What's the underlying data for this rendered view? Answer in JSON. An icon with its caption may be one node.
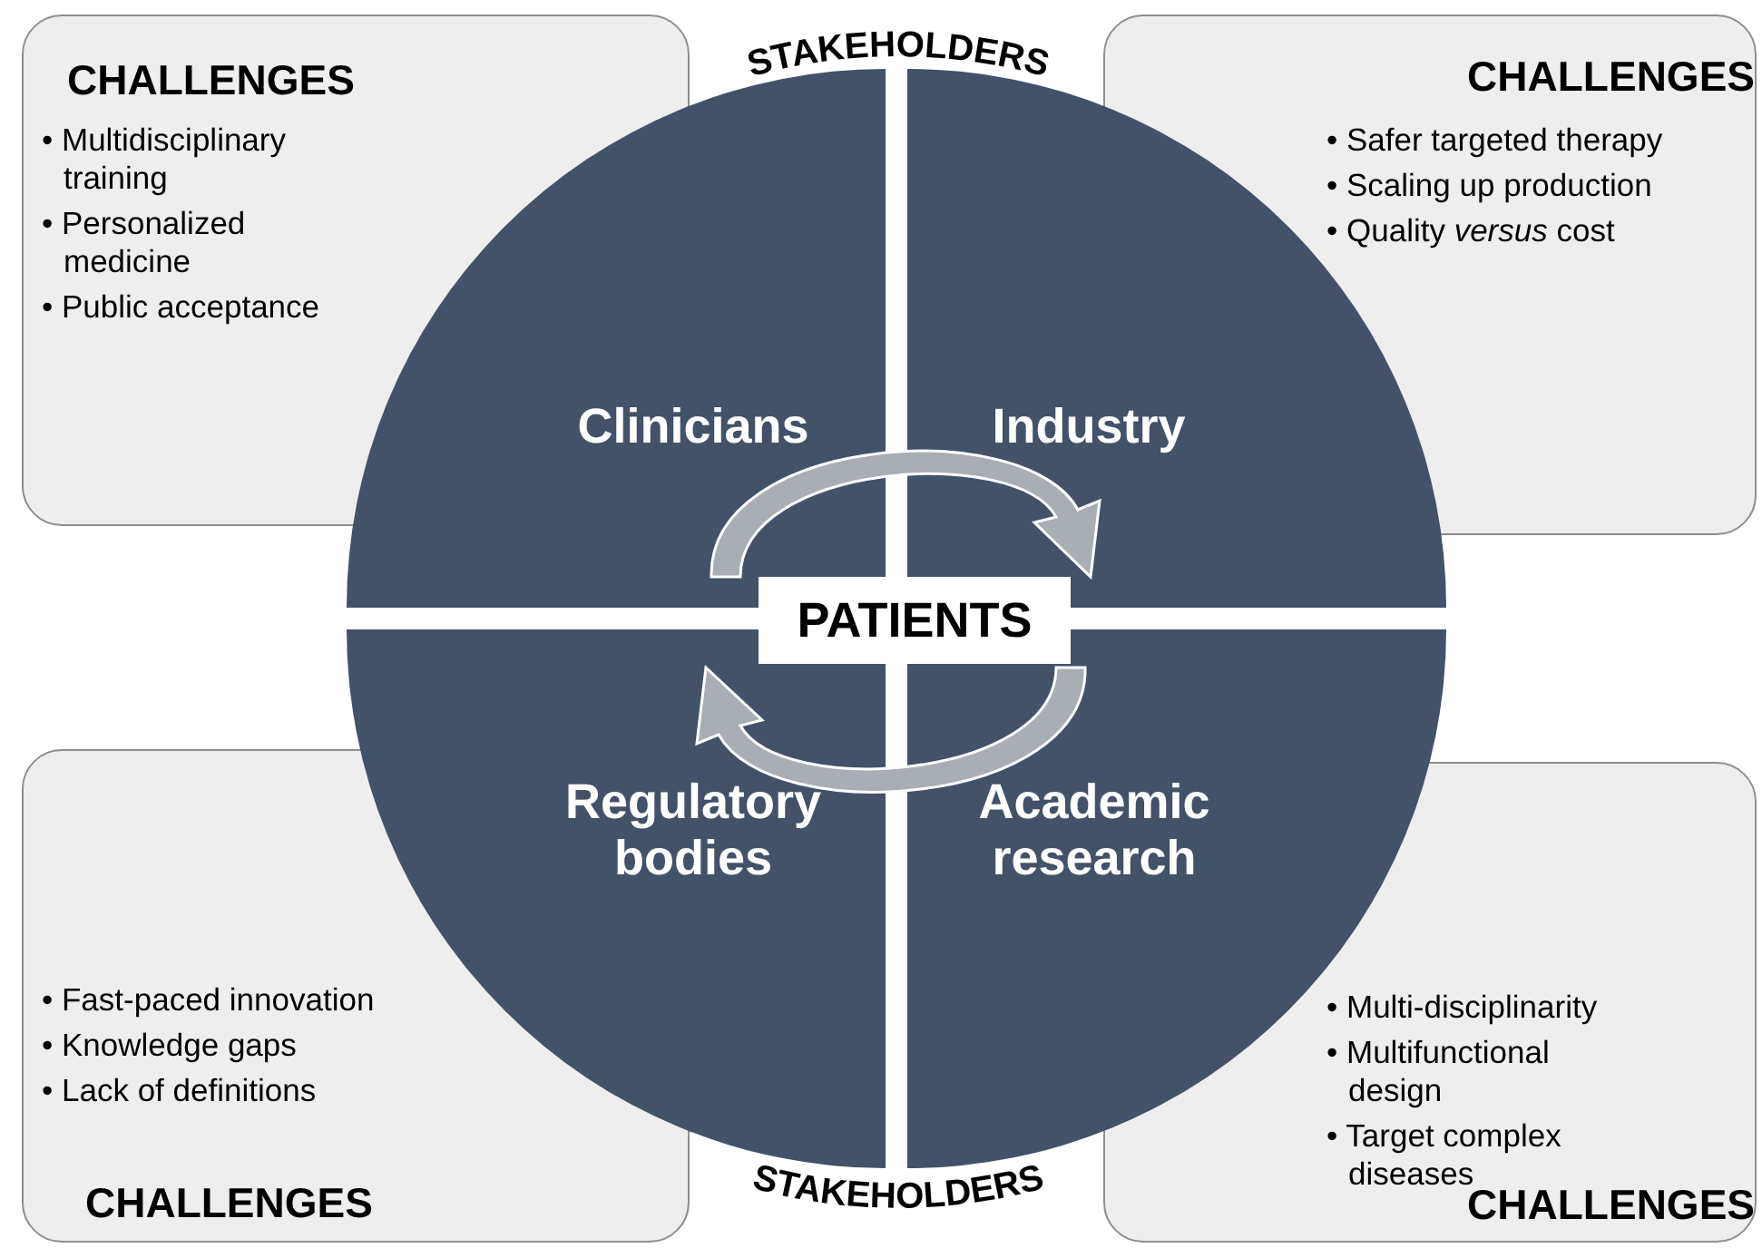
{
  "diagram": {
    "nodes": [
      {
        "text": [
          "CHALLENGES",
          "• Multidisciplinary training",
          "• Personalized medicine",
          "• Public acceptance"
        ]
      },
      {
        "text": [
          "CHALLENGES",
          "• Safer targeted therapy",
          "• Scaling up production",
          "• Quality *versus* cost"
        ]
      },
      {
        "text": [
          "Clinicians"
        ]
      },
      {
        "text": [
          "Industry"
        ]
      },
      {
        "text": [
          "PATIENTS"
        ]
      },
      {
        "text": [
          "Regulatory bodies"
        ]
      },
      {
        "text": [
          "Academic research"
        ]
      },
      {
        "text": [
          "• Fast-paced innovation",
          "• Knowledge gaps",
          "• Lack of definitions",
          "CHALLENGES"
        ]
      },
      {
        "text": [
          "• Multi-disciplinarity",
          "• Multifunctional design",
          "• Target complex diseases",
          "CHALLENGES"
        ]
      }
    ],
    "edges": [],
    "labels": [
      "STAKEHOLDERS",
      "STAKEHOLDERS"
    ]
  }
}
